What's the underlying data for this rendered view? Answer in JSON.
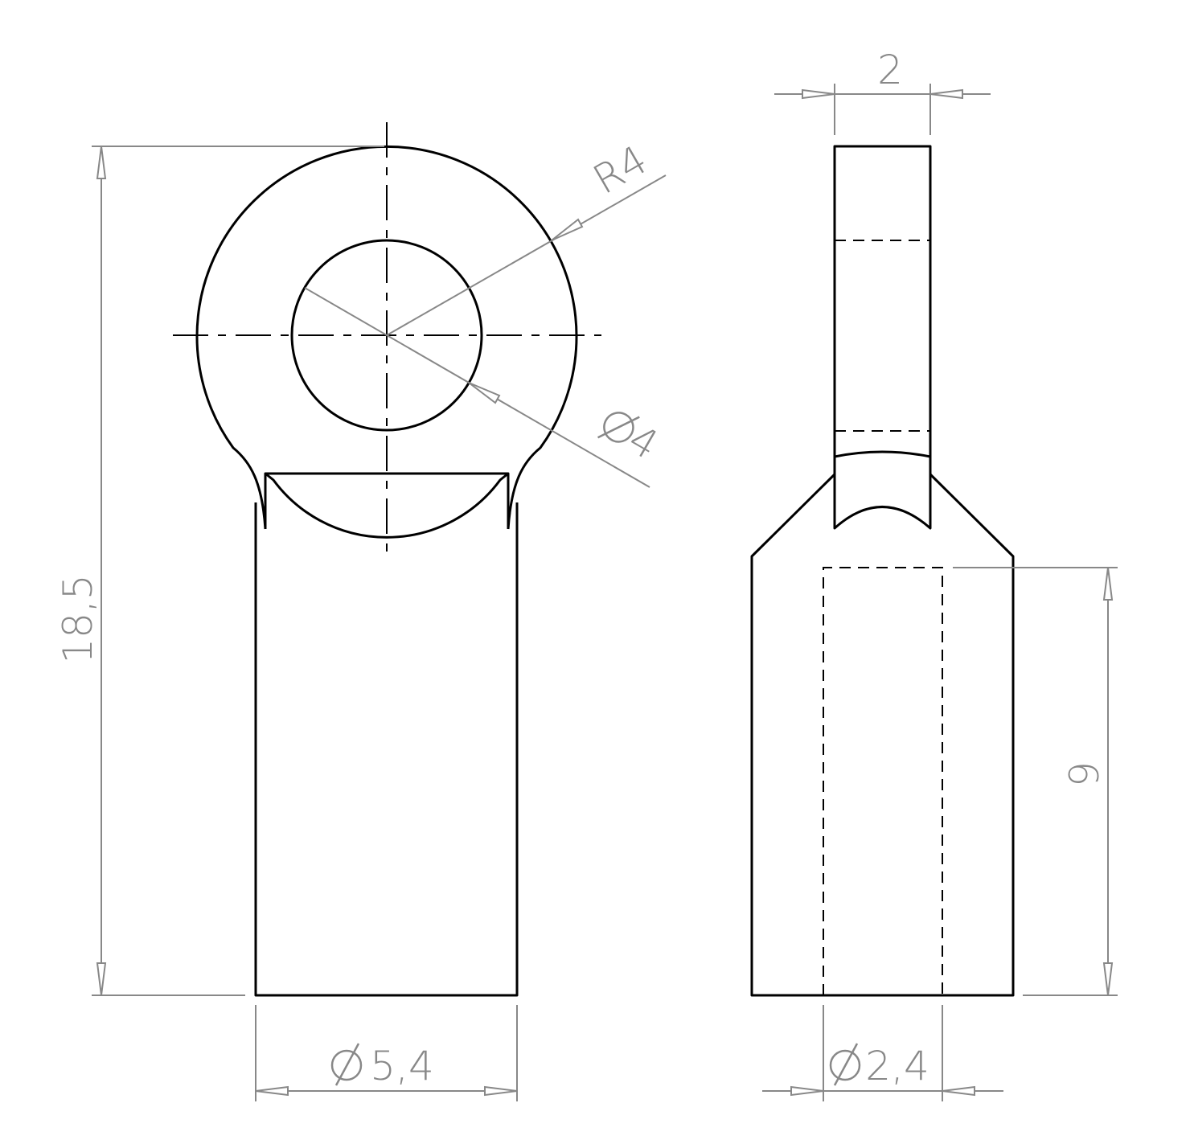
{
  "dimensions": {
    "overall_height": "18,5",
    "thickness": "2",
    "radius": "R4",
    "hole_diameter": "4",
    "outer_diameter": "5,4",
    "bore_diameter": "2,4",
    "bore_depth": "9"
  },
  "colors": {
    "part_lines": "#000000",
    "dimension_lines": "#888888",
    "background": "#ffffff"
  },
  "symbols": {
    "diameter": "diameter-symbol"
  }
}
